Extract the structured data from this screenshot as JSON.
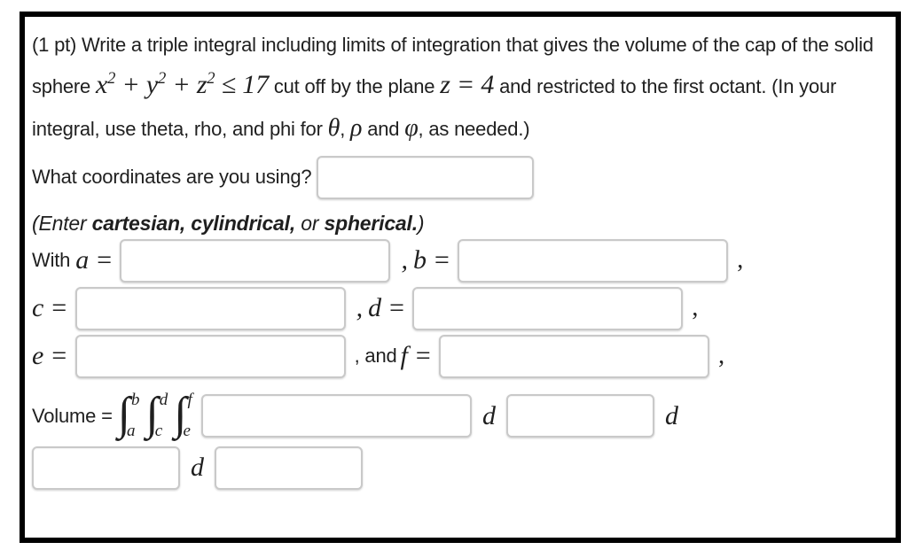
{
  "colors": {
    "frame_border": "#000000",
    "text": "#1f1f1f",
    "input_border": "#c9c9c9",
    "background": "#ffffff"
  },
  "problem": {
    "p1": "(1 pt) Write a triple integral including limits of integration that gives the volume of the cap of the solid sphere",
    "sphere": {
      "x": "x",
      "y": "y",
      "z": "z",
      "exp": "2",
      "plus": "+",
      "relation": "≤",
      "bound": "17"
    },
    "p2": "cut off by the plane",
    "plane_eq": "z = 4",
    "p3": "and restricted to the first octant. (In your integral, use theta, rho, and phi for",
    "theta": "θ",
    "rho": "ρ",
    "phi": "φ",
    "comma": ",",
    "and_word": "and",
    "p4": ", as needed.)"
  },
  "coords_question": {
    "label": "What coordinates are you using?",
    "input_value": ""
  },
  "hint": {
    "open": "(Enter",
    "opt1": "cartesian,",
    "opt2": "cylindrical,",
    "or_word": "or",
    "opt3": "spherical.",
    "close": ")"
  },
  "limits": {
    "with_label": "With",
    "eq": "=",
    "comma": ",",
    "comma_and": ", and",
    "vars": {
      "a": "a",
      "b": "b",
      "c": "c",
      "d": "d",
      "e": "e",
      "f": "f"
    },
    "values": {
      "a": "",
      "b": "",
      "c": "",
      "d": "",
      "e": "",
      "f": ""
    }
  },
  "volume": {
    "label": "Volume =",
    "integral_sign": "∫",
    "integrals": [
      {
        "sup": "b",
        "sub": "a"
      },
      {
        "sup": "d",
        "sub": "c"
      },
      {
        "sup": "f",
        "sub": "e"
      }
    ],
    "differential": "d",
    "integrand_value": "",
    "diff_values": {
      "v1": "",
      "v2": "",
      "v3": ""
    }
  }
}
